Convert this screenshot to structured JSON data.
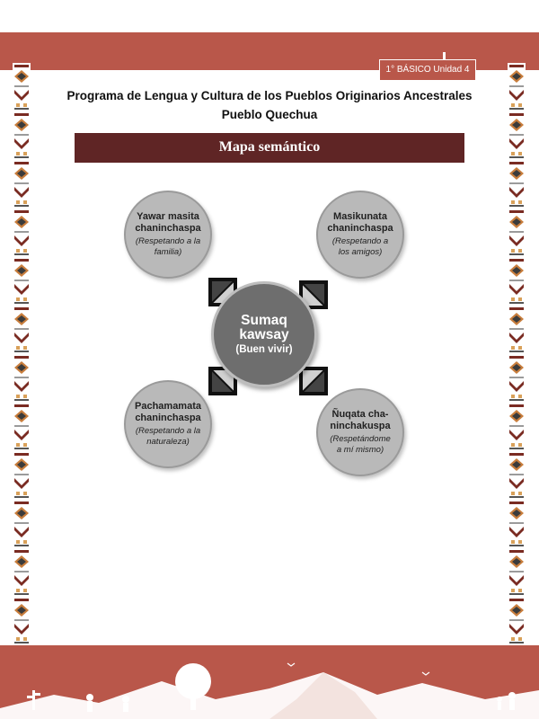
{
  "header": {
    "badge": "1° BÁSICO Unidad 4",
    "title_line1": "Programa de Lengua y Cultura de los Pueblos Originarios Ancestrales",
    "title_line2": "Pueblo Quechua"
  },
  "section": {
    "title": "Mapa semántico"
  },
  "diagram": {
    "center": {
      "word1": "Sumaq",
      "word2": "kawsay",
      "translation": "(Buen vivir)"
    },
    "nodes": [
      {
        "label1": "Yawar masita",
        "label2": "chaninchaspa",
        "sub1": "(Respetando a la",
        "sub2": "familia)"
      },
      {
        "label1": "Masikunata",
        "label2": "chaninchaspa",
        "sub1": "(Respetando a",
        "sub2": "los amigos)"
      },
      {
        "label1": "Pachamamata",
        "label2": "chaninchaspa",
        "sub1": "(Respetando a la",
        "sub2": "naturaleza)"
      },
      {
        "label1": "Ñuqata cha-",
        "label2": "ninchakuspa",
        "sub1": "(Respetándome",
        "sub2": "a mí mismo)"
      }
    ]
  },
  "colors": {
    "brand_band": "#b9574a",
    "section_bar": "#5f2525",
    "node_fill": "#b9b9b9",
    "center_fill": "#6e6e6e"
  }
}
